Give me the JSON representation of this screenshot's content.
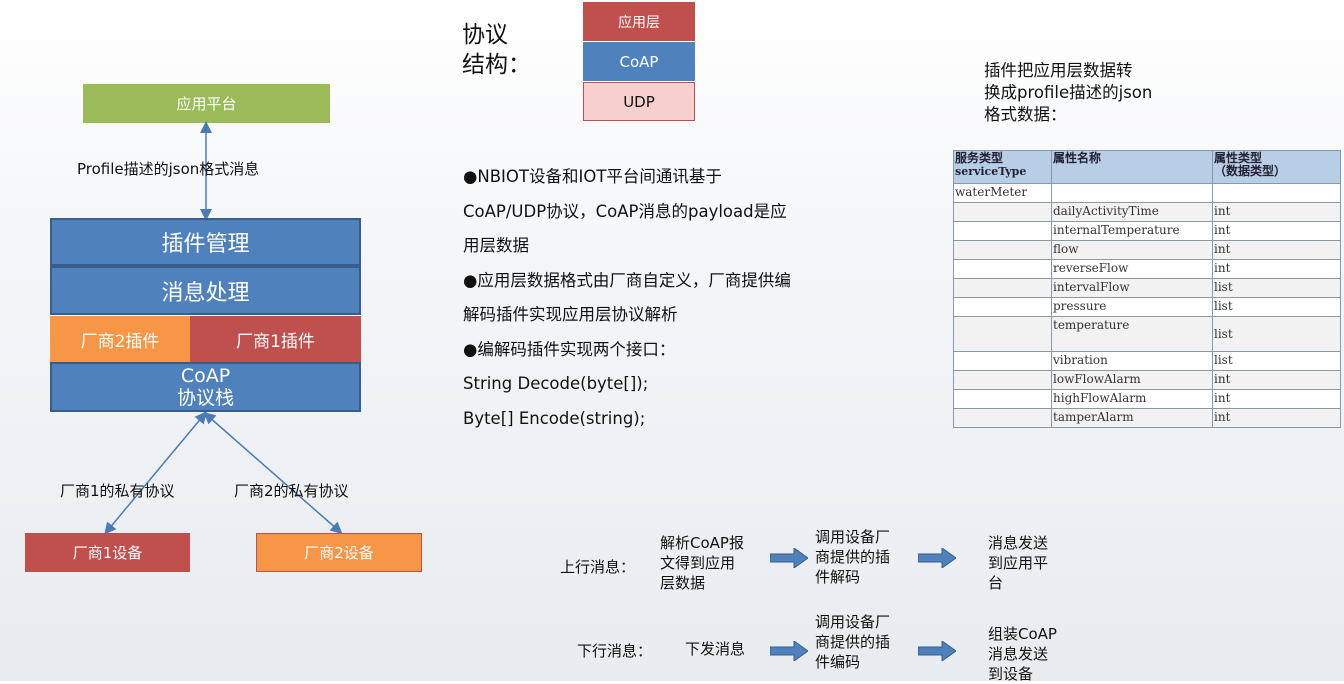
{
  "left_diagram": {
    "platform": "应用平台",
    "profile_label": "Profile描述的json格式消息",
    "plugin_mgmt": "插件管理",
    "msg_processing": "消息处理",
    "vendor2_plugin": "厂商2插件",
    "vendor1_plugin": "厂商1插件",
    "coap_stack_line1": "CoAP",
    "coap_stack_line2": "协议栈",
    "vendor1_protocol": "厂商1的私有协议",
    "vendor2_protocol": "厂商2的私有协议",
    "vendor1_device": "厂商1设备",
    "vendor2_device": "厂商2设备"
  },
  "protocol": {
    "label_line1": "协议",
    "label_line2": "结构：",
    "layers": [
      "应用层",
      "CoAP",
      "UDP"
    ]
  },
  "bullets": [
    "●NBIOT设备和IOT平台间通讯基于",
    "CoAP/UDP协议，CoAP消息的payload是应",
    "用层数据",
    "●应用层数据格式由厂商自定义，厂商提供编",
    "解码插件实现应用层协议解析",
    "●编解码插件实现两个接口：",
    "String Decode(byte[]);",
    "Byte[] Encode(string);"
  ],
  "plugin_note": [
    "插件把应用层数据转",
    "换成profile描述的json",
    "格式数据："
  ],
  "table": {
    "headers": [
      [
        "服务类型",
        "serviceType"
      ],
      [
        "属性名称",
        ""
      ],
      [
        "属性类型",
        "（数据类型）"
      ]
    ],
    "service": "waterMeter",
    "rows": [
      [
        "dailyActivityTime",
        "int"
      ],
      [
        "internalTemperature",
        "int"
      ],
      [
        "flow",
        "int"
      ],
      [
        "reverseFlow",
        "int"
      ],
      [
        "intervalFlow",
        "list"
      ],
      [
        "pressure",
        "list"
      ],
      [
        "temperature",
        "list"
      ],
      [
        "vibration",
        "list"
      ],
      [
        "lowFlowAlarm",
        "int"
      ],
      [
        "highFlowAlarm",
        "int"
      ],
      [
        "tamperAlarm",
        "int"
      ]
    ]
  },
  "flows": {
    "up": {
      "label": "上行消息：",
      "steps": [
        "解析CoAP报\n文得到应用\n层数据",
        "调用设备厂\n商提供的插\n件解码",
        "消息发送\n到应用平\n台"
      ]
    },
    "down": {
      "label": "下行消息：",
      "steps": [
        "下发消息",
        "调用设备厂\n商提供的插\n件编码",
        "组装CoAP\n消息发送\n到设备"
      ]
    }
  },
  "colors": {
    "blue": "#4f81bd",
    "green": "#9bbb59",
    "orange": "#f79646",
    "red": "#c0504d",
    "pink": "#f2c8c8"
  }
}
